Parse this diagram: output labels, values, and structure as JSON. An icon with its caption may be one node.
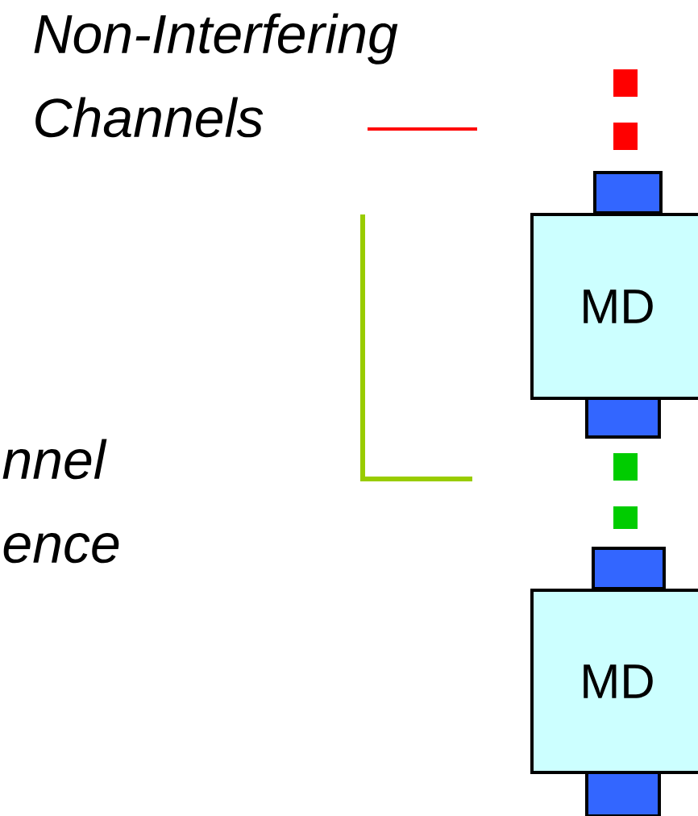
{
  "diagram": {
    "nodes": [
      {
        "text": [
          "MD"
        ]
      },
      {
        "text": [
          "MD"
        ]
      }
    ],
    "edges": [
      {
        "from": null,
        "to": 0,
        "arrow": "none",
        "style": "dashed",
        "color": "#ff0000"
      },
      {
        "from": 0,
        "to": 1,
        "arrow": "none",
        "style": "dashed",
        "color": "#00cc00"
      }
    ],
    "legend": [
      {
        "text": "Non-Interfering Channels"
      },
      {
        "text": "nnel ence"
      }
    ]
  }
}
